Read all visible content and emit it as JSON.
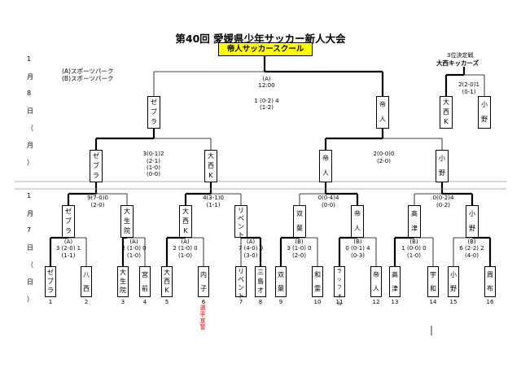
{
  "title": "第40回  愛媛県少年サッカー新人大会",
  "champion": "帝人サッカースクール",
  "venues": {
    "a": "(A)スポーツパーク",
    "b": "(B)スポーツパーク"
  },
  "dates": {
    "day2": [
      "1",
      "月",
      "8",
      "日",
      "（",
      "月",
      "）"
    ],
    "day1": [
      "1",
      "月",
      "7",
      "日",
      "（",
      "日",
      "）"
    ]
  },
  "final": {
    "venue": "(A)",
    "time": "12:00",
    "score": "1  (0-2)  4",
    "half": "(1-2)"
  },
  "third_place": {
    "label": "3位決定戦",
    "winner": "大西キッカーズ",
    "score": "2(2-0)1",
    "half": "(0-1)"
  },
  "final_teams": [
    [
      "ゼ",
      "ブ",
      "ラ"
    ],
    [
      "帝",
      "人"
    ]
  ],
  "third_teams": [
    [
      "大",
      "西",
      "K"
    ],
    [
      "小",
      "野"
    ]
  ],
  "semi_teams": [
    [
      "ゼ",
      "ブ",
      "ラ"
    ],
    [
      "大",
      "西",
      "K"
    ],
    [
      "帝",
      "人"
    ],
    [
      "小",
      "野"
    ]
  ],
  "semi_scores": [
    {
      "score": "3(0-1)2",
      "lines": [
        "(2-1)",
        "(1-0)",
        "(0-0)"
      ]
    },
    {
      "score": "2(0-0)0",
      "lines": [
        "(2-0)"
      ]
    }
  ],
  "qf_teams": [
    [
      "ゼ",
      "ブ",
      "ラ"
    ],
    [
      "大",
      "生",
      "院"
    ],
    [
      "大",
      "西",
      "K"
    ],
    [
      "リ",
      "ベ",
      "ン",
      "ト"
    ],
    [
      "双",
      "葉"
    ],
    [
      "帝",
      "人"
    ],
    [
      "高",
      "津"
    ],
    [
      "小",
      "野"
    ]
  ],
  "qf_scores": [
    {
      "score": "9(7-0)0",
      "lines": [
        "(2-0)"
      ]
    },
    {
      "score": "4(3-1)0",
      "lines": [
        "(1-1)"
      ]
    },
    {
      "score": "0(0-4)4",
      "lines": [
        "(0-0)"
      ]
    },
    {
      "score": "0(0-2)4",
      "lines": [
        "(0-2)"
      ]
    }
  ],
  "r1_matches": [
    {
      "venue": "(A)",
      "score": "3 (2-0)  1",
      "half": "(1-1)"
    },
    {
      "venue": "(A)",
      "score": "2 (1-0)  0",
      "half": "(1-0)"
    },
    {
      "venue": "(A)",
      "score": "2 (1-0)  0",
      "half": "(1-0)"
    },
    {
      "venue": "(A)",
      "score": "7 (4-0)  0",
      "half": "(3-0)"
    },
    {
      "venue": "(B)",
      "score": "3 (1-0)  0",
      "half": "(2-0)"
    },
    {
      "venue": "(B)",
      "score": "0  (0-1)  4",
      "half": "(0-3)"
    },
    {
      "venue": "(B)",
      "score": "1 (0-0)  0",
      "half": "(1-0)"
    },
    {
      "venue": "(B)",
      "score": "6 (2-2)  2",
      "half": "(4-0)"
    }
  ],
  "r1_teams": [
    [
      "ゼ",
      "ブ",
      "ラ"
    ],
    [
      "八",
      "西"
    ],
    [
      "大",
      "生",
      "院"
    ],
    [
      "宮",
      "前"
    ],
    [
      "大",
      "西",
      "K"
    ],
    [
      "内",
      "子"
    ],
    [
      "リ",
      "ベ",
      "ン",
      "ト"
    ],
    [
      "三",
      "島",
      "オ"
    ],
    [
      "双",
      "葉"
    ],
    [
      "和",
      "霊"
    ],
    [
      "ラ",
      "ッ",
      "フ",
      "ォ",
      "ル"
    ],
    [
      "帝",
      "人"
    ],
    [
      "高",
      "津"
    ],
    [
      "宇",
      "和"
    ],
    [
      "小",
      "野"
    ],
    [
      "周",
      "布"
    ]
  ],
  "r1_numbers": [
    "1",
    "2",
    "3",
    "4",
    "5",
    "6",
    "7",
    "8",
    "9",
    "10",
    "11",
    "12",
    "13",
    "14",
    "15",
    "16"
  ],
  "note": "選手宣誓"
}
